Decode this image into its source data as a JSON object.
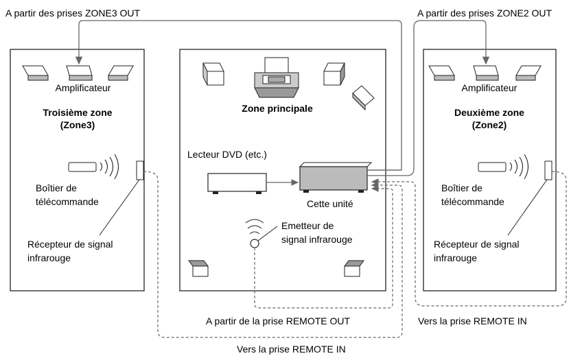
{
  "captions": {
    "zone3_out": "A partir des prises ZONE3 OUT",
    "zone2_out": "A partir des prises ZONE2 OUT",
    "remote_out": "A partir de la prise REMOTE OUT",
    "remote_in_right": "Vers la prise REMOTE IN",
    "remote_in_bottom": "Vers la prise REMOTE IN"
  },
  "zone3": {
    "amplifier": "Amplificateur",
    "title_line1": "Troisième zone",
    "title_line2": "(Zone3)",
    "remote_line1": "Boîtier de",
    "remote_line2": "télécommande",
    "receiver_line1": "Récepteur de signal",
    "receiver_line2": "infrarouge"
  },
  "main": {
    "title": "Zone principale",
    "dvd": "Lecteur DVD (etc.)",
    "unit": "Cette unité",
    "emitter_line1": "Emetteur de",
    "emitter_line2": "signal infrarouge"
  },
  "zone2": {
    "amplifier": "Amplificateur",
    "title_line1": "Deuxième zone",
    "title_line2": "(Zone2)",
    "remote_line1": "Boîtier de",
    "remote_line2": "télécommande",
    "receiver_line1": "Récepteur de signal",
    "receiver_line2": "infrarouge"
  }
}
